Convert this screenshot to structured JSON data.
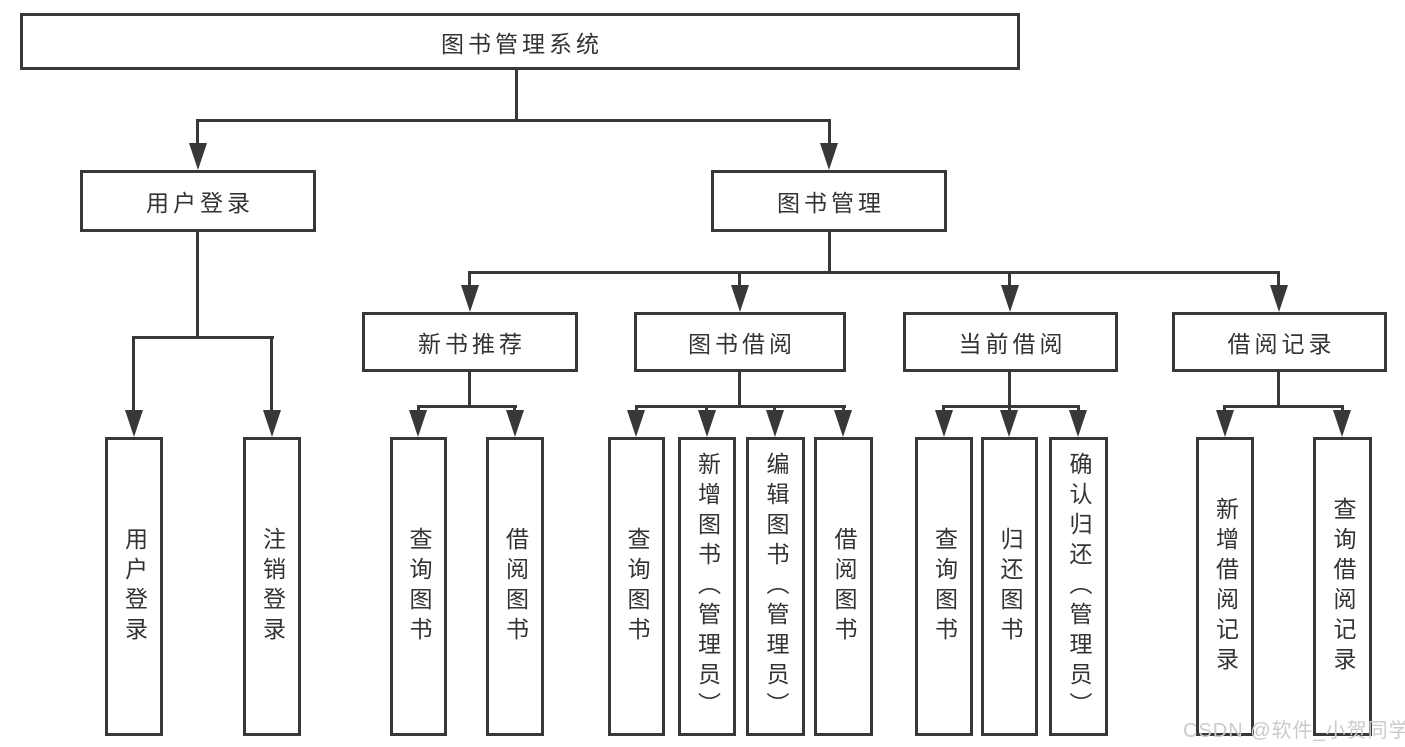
{
  "diagram": {
    "type": "tree",
    "root": {
      "label": "图书管理系统"
    },
    "level2": [
      {
        "label": "用户登录",
        "children": [
          {
            "label": "用户登录"
          },
          {
            "label": "注销登录"
          }
        ]
      },
      {
        "label": "图书管理",
        "children": [
          {
            "label": "新书推荐",
            "children": [
              {
                "label": "查询图书"
              },
              {
                "label": "借阅图书"
              }
            ]
          },
          {
            "label": "图书借阅",
            "children": [
              {
                "label": "查询图书"
              },
              {
                "label": "新增图书（管理员）"
              },
              {
                "label": "编辑图书（管理员）"
              },
              {
                "label": "借阅图书"
              }
            ]
          },
          {
            "label": "当前借阅",
            "children": [
              {
                "label": "查询图书"
              },
              {
                "label": "归还图书"
              },
              {
                "label": "确认归还（管理员）"
              }
            ]
          },
          {
            "label": "借阅记录",
            "children": [
              {
                "label": "新增借阅记录"
              },
              {
                "label": "查询借阅记录"
              }
            ]
          }
        ]
      }
    ]
  },
  "watermark": {
    "text": "CSDN @软件_小贺同学",
    "color": "#cbcbcb"
  },
  "colors": {
    "line": "#383838",
    "text": "#333333",
    "background": "#ffffff"
  }
}
